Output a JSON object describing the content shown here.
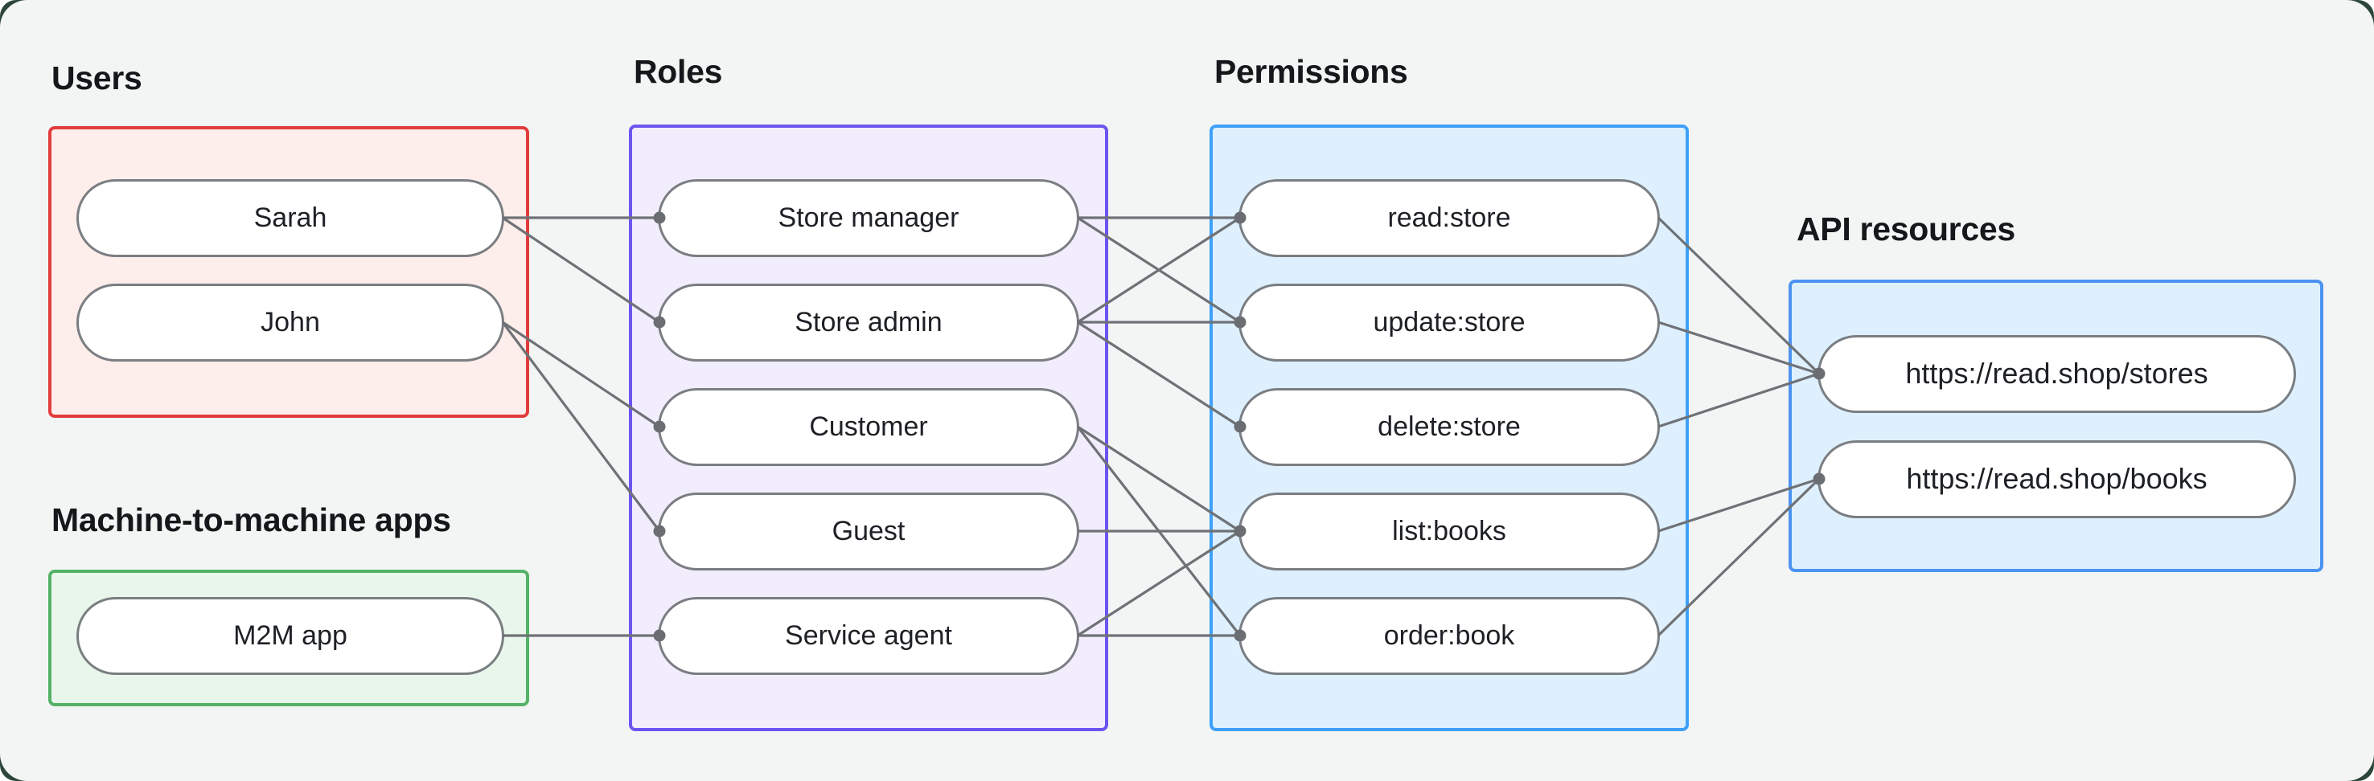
{
  "diagram": {
    "colors": {
      "canvas_bg": "#f3f5f4",
      "outer_dark": "#2c463a",
      "edge": "#6e7276",
      "dot": "#6a6e73",
      "pill_border": "#7a7e82",
      "pill_fill": "#ffffff",
      "users_accent": "#e13c3c",
      "users_fill": "#fdedeb",
      "m2m_accent": "#54b267",
      "m2m_fill": "#e9f6ec",
      "roles_accent": "#6b55f0",
      "roles_fill": "#f2edfc",
      "permissions_accent": "#3fa0f8",
      "permissions_fill": "#def0fd",
      "api_accent": "#4b93f0",
      "api_fill": "#def0fd"
    },
    "groups": [
      {
        "id": "users",
        "label": "Users",
        "nodes": [
          {
            "id": "sarah",
            "label": "Sarah",
            "row": 0
          },
          {
            "id": "john",
            "label": "John",
            "row": 1
          }
        ]
      },
      {
        "id": "m2m",
        "label": "Machine-to-machine apps",
        "nodes": [
          {
            "id": "m2m_app",
            "label": "M2M app",
            "row": 4
          }
        ]
      },
      {
        "id": "roles",
        "label": "Roles",
        "nodes": [
          {
            "id": "store_manager",
            "label": "Store manager",
            "row": 0
          },
          {
            "id": "store_admin",
            "label": "Store admin",
            "row": 1
          },
          {
            "id": "customer",
            "label": "Customer",
            "row": 2
          },
          {
            "id": "guest",
            "label": "Guest",
            "row": 3
          },
          {
            "id": "service_agent",
            "label": "Service agent",
            "row": 4
          }
        ]
      },
      {
        "id": "permissions",
        "label": "Permissions",
        "nodes": [
          {
            "id": "read_store",
            "label": "read:store",
            "row": 0
          },
          {
            "id": "update_store",
            "label": "update:store",
            "row": 1
          },
          {
            "id": "delete_store",
            "label": "delete:store",
            "row": 2
          },
          {
            "id": "list_books",
            "label": "list:books",
            "row": 3
          },
          {
            "id": "order_book",
            "label": "order:book",
            "row": 4
          }
        ]
      },
      {
        "id": "api",
        "label": "API resources",
        "nodes": [
          {
            "id": "stores",
            "label": "https://read.shop/stores",
            "row": 0
          },
          {
            "id": "books",
            "label": "https://read.shop/books",
            "row": 1
          }
        ]
      }
    ],
    "edges": [
      [
        "sarah",
        "store_manager"
      ],
      [
        "sarah",
        "store_admin"
      ],
      [
        "john",
        "customer"
      ],
      [
        "john",
        "guest"
      ],
      [
        "m2m_app",
        "service_agent"
      ],
      [
        "store_manager",
        "read_store"
      ],
      [
        "store_manager",
        "update_store"
      ],
      [
        "store_admin",
        "read_store"
      ],
      [
        "store_admin",
        "update_store"
      ],
      [
        "store_admin",
        "delete_store"
      ],
      [
        "customer",
        "list_books"
      ],
      [
        "customer",
        "order_book"
      ],
      [
        "guest",
        "list_books"
      ],
      [
        "service_agent",
        "list_books"
      ],
      [
        "service_agent",
        "order_book"
      ],
      [
        "read_store",
        "stores"
      ],
      [
        "update_store",
        "stores"
      ],
      [
        "delete_store",
        "stores"
      ],
      [
        "list_books",
        "books"
      ],
      [
        "order_book",
        "books"
      ]
    ]
  }
}
